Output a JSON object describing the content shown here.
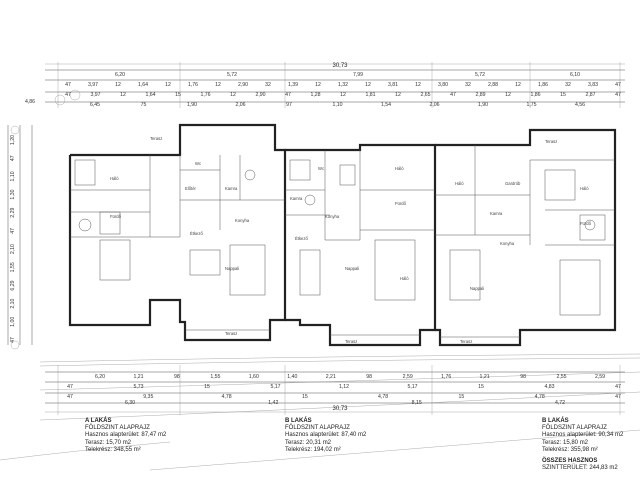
{
  "top_dims": {
    "total": "30,73",
    "upper_row": [
      "6,20",
      "5,72",
      "7,99",
      "5,72",
      "6,10"
    ],
    "row2": [
      "47",
      "3,97",
      "12",
      "1,64",
      "12",
      "1,76",
      "12",
      "2,90",
      "32",
      "1,39",
      "12",
      "1,32",
      "12",
      "3,81",
      "12",
      "3,80",
      "32",
      "2,88",
      "12",
      "1,86",
      "32",
      "3,83",
      "47"
    ],
    "row3": [
      "47",
      "3,97",
      "12",
      "1,64",
      "15",
      "1,76",
      "12",
      "2,90",
      "47",
      "1,28",
      "12",
      "1,81",
      "12",
      "2,65",
      "47",
      "2,89",
      "12",
      "1,86",
      "15",
      "2,87",
      "47"
    ],
    "row4": [
      "6,45",
      "75",
      "1,90",
      "2,06",
      "97",
      "1,10",
      "1,54",
      "2,06",
      "1,90",
      "1,75",
      "4,56"
    ],
    "left_marker": "4,86"
  },
  "left_dims": [
    "1,20",
    "47",
    "1,10",
    "1,30",
    "2,29",
    "47",
    "2,10",
    "1,55",
    "6,29",
    "2,10",
    "1,00",
    "47"
  ],
  "bottom_dims": {
    "row1": [
      "6,20",
      "1,21",
      "98",
      "1,55",
      "1,60",
      "1,40",
      "2,21",
      "98",
      "2,59",
      "1,76",
      "1,21",
      "98",
      "2,55",
      "2,59"
    ],
    "row2": [
      "47",
      "5,73",
      "15",
      "5,17",
      "1,12",
      "5,17",
      "15",
      "4,83",
      "47"
    ],
    "row3": [
      "47",
      "9,35",
      "4,78",
      "15",
      "4,78",
      "15",
      "4,78",
      "47"
    ],
    "row4": [
      "6,30",
      "1,42",
      "8,15",
      "4,72"
    ],
    "total": "30,73"
  },
  "rooms": {
    "unit_a": [
      "Terasz",
      "Háló",
      "Fürdő",
      "Wc",
      "Előtér",
      "Kamra",
      "Konyha",
      "Étkező",
      "Nappali",
      "Terasz"
    ],
    "unit_b": [
      "Kamra",
      "Wc",
      "Konyha",
      "Fürdő",
      "Háló",
      "Nappali",
      "Étkező",
      "Terasz",
      "Háló"
    ],
    "unit_c": [
      "Terasz",
      "Háló",
      "Gardrób",
      "Fürdő",
      "Kamra",
      "Konyha",
      "Nappali",
      "Terasz",
      "Háló"
    ]
  },
  "legend": {
    "a": {
      "title": "A LAKÁS",
      "subtitle": "FÖLDSZINT ALAPRAJZ",
      "line1": "Hasznos alapterület: 87,47 m2",
      "line2": "Terasz: 15,70 m2",
      "line3": "Telekrész: 348,55 m²"
    },
    "b": {
      "title": "B LAKÁS",
      "subtitle": "FÖLDSZINT ALAPRAJZ",
      "line1": "Hasznos alapterület: 87,40 m2",
      "line2": "Terasz: 20,31 m2",
      "line3": "Telekrész: 194,02 m²"
    },
    "c": {
      "title": "B LAKÁS",
      "subtitle": "FÖLDSZINT ALAPRAJZ",
      "line1": "Hasznos alapterület: 90,34 m2",
      "line2": "Terasz: 15,80 m2",
      "line3": "Telekrész: 355,98 m²"
    },
    "total": {
      "title": "ÖSSZES HASZNOS",
      "subtitle": "SZINTTERÜLET: 244,83 m2"
    }
  }
}
